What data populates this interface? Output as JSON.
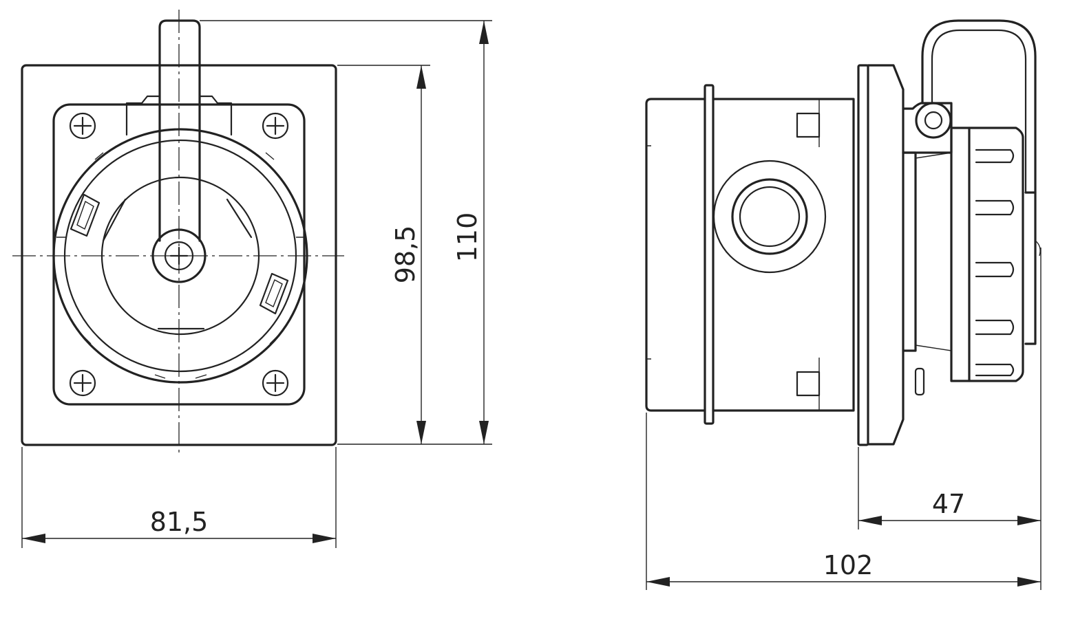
{
  "dimensions": {
    "front_width": "81,5",
    "front_inner_height": "98,5",
    "front_total_height": "110",
    "side_partial_depth": "47",
    "side_total_depth": "102"
  }
}
